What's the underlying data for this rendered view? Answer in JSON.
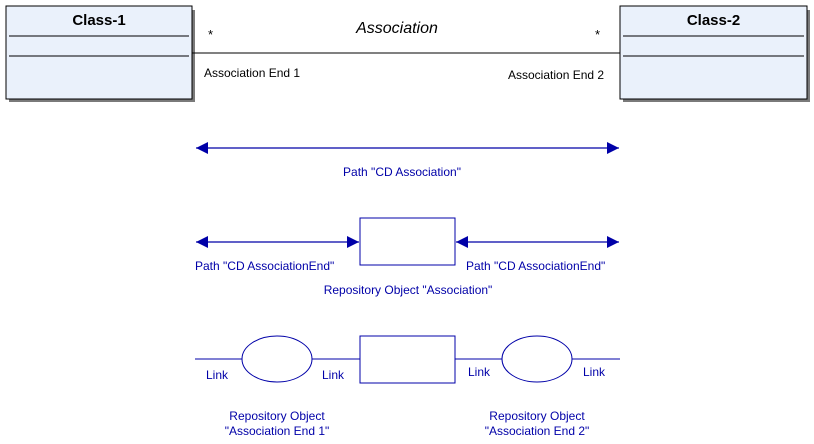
{
  "uml": {
    "class_1": {
      "name": "Class-1"
    },
    "class_2": {
      "name": "Class-2"
    },
    "association": {
      "name": "Association",
      "multiplicity_1": "*",
      "multiplicity_2": "*",
      "end_1": "Association End 1",
      "end_2": "Association End 2"
    }
  },
  "path_row": {
    "label": "Path \"CD Association\""
  },
  "object_row": {
    "left_path_label": "Path \"CD AssociationEnd\"",
    "right_path_label": "Path \"CD AssociationEnd\"",
    "object_label": "Repository Object \"Association\""
  },
  "link_row": {
    "links": [
      "Link",
      "Link",
      "Link",
      "Link"
    ],
    "end_object_1": {
      "line1": "Repository Object",
      "line2": "\"Association End 1\""
    },
    "end_object_2": {
      "line1": "Repository Object",
      "line2": "\"Association End 2\""
    }
  },
  "colors": {
    "path_blue": "#0000a8",
    "class_fill": "#eaf1fb",
    "shadow": "#7a7a7a"
  }
}
